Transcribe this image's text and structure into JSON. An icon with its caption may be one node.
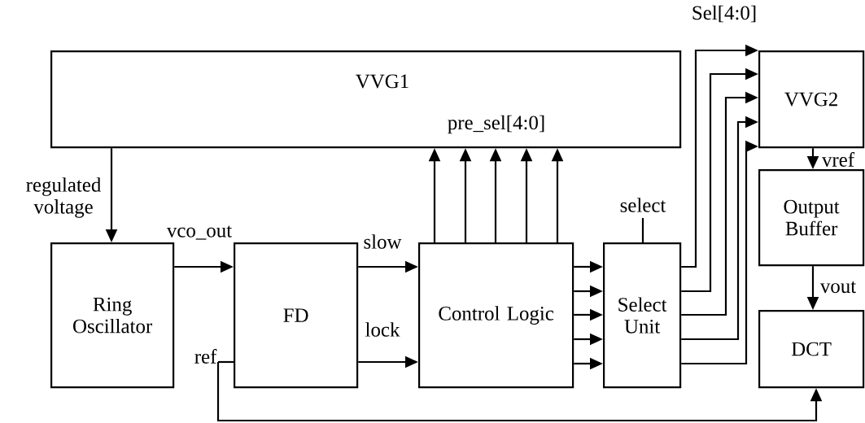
{
  "diagram": {
    "nodes": [
      {
        "text": [
          "VVG1"
        ]
      },
      {
        "text": [
          "Ring Oscillator"
        ]
      },
      {
        "text": [
          "FD"
        ]
      },
      {
        "text": [
          "Control Logic"
        ]
      },
      {
        "text": [
          "Select Unit"
        ]
      },
      {
        "text": [
          "VVG2"
        ]
      },
      {
        "text": [
          "Output Buffer"
        ]
      },
      {
        "text": [
          "DCT"
        ]
      },
      {
        "text": [
          "ref"
        ]
      }
    ],
    "edges": [
      {
        "from": 0,
        "to": 1,
        "arrow": "to",
        "label": "regulated voltage"
      },
      {
        "from": 1,
        "to": 2,
        "arrow": "to",
        "label": "vco_out"
      },
      {
        "from": 2,
        "to": 3,
        "arrow": "to",
        "label": "slow"
      },
      {
        "from": 2,
        "to": 3,
        "arrow": "to",
        "label": "lock"
      },
      {
        "from": 3,
        "to": 0,
        "arrow": "to"
      },
      {
        "from": 3,
        "to": 0,
        "arrow": "to"
      },
      {
        "from": 3,
        "to": 0,
        "arrow": "to"
      },
      {
        "from": 3,
        "to": 0,
        "arrow": "to"
      },
      {
        "from": 3,
        "to": 0,
        "arrow": "to"
      },
      {
        "from": 3,
        "to": 4,
        "arrow": "to"
      },
      {
        "from": 3,
        "to": 4,
        "arrow": "to"
      },
      {
        "from": 3,
        "to": 4,
        "arrow": "to"
      },
      {
        "from": 3,
        "to": 4,
        "arrow": "to"
      },
      {
        "from": 3,
        "to": 4,
        "arrow": "to"
      },
      {
        "from": 4,
        "to": 5,
        "arrow": "to"
      },
      {
        "from": 4,
        "to": 5,
        "arrow": "to"
      },
      {
        "from": 4,
        "to": 5,
        "arrow": "to"
      },
      {
        "from": 4,
        "to": 5,
        "arrow": "to"
      },
      {
        "from": 4,
        "to": 5,
        "arrow": "to"
      },
      {
        "from": 5,
        "to": 6,
        "arrow": "to",
        "label": "vref"
      },
      {
        "from": 6,
        "to": 7,
        "arrow": "to",
        "label": "vout"
      },
      {
        "from": 8,
        "to": 2,
        "arrow": "none"
      },
      {
        "from": 8,
        "to": 7,
        "arrow": "to"
      },
      {
        "from": null,
        "to": 4,
        "arrow": "none",
        "label": "select"
      }
    ],
    "labels": [
      "pre_sel[4:0]",
      "Sel[4:0]"
    ]
  }
}
